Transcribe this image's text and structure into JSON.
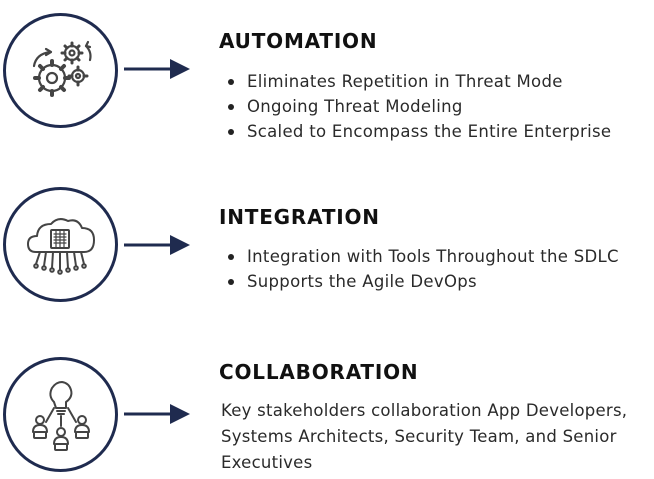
{
  "colors": {
    "accent": "#1f2b4f",
    "text": "#2a2a2a",
    "icon_stroke": "#444444"
  },
  "sections": [
    {
      "icon": "gears-icon",
      "title": "AUTOMATION",
      "bullets": [
        "Eliminates Repetition in Threat Mode",
        "Ongoing Threat Modeling",
        "Scaled to Encompass the Entire Enterprise"
      ]
    },
    {
      "icon": "cloud-chip-icon",
      "title": "INTEGRATION",
      "bullets": [
        "Integration with Tools Throughout the SDLC",
        "Supports the Agile DevOps"
      ]
    },
    {
      "icon": "team-idea-icon",
      "title": "COLLABORATION",
      "text_lines": [
        "Key stakeholders collaboration App Developers,",
        "Systems Architects, Security Team, and Senior",
        "Executives"
      ]
    }
  ]
}
